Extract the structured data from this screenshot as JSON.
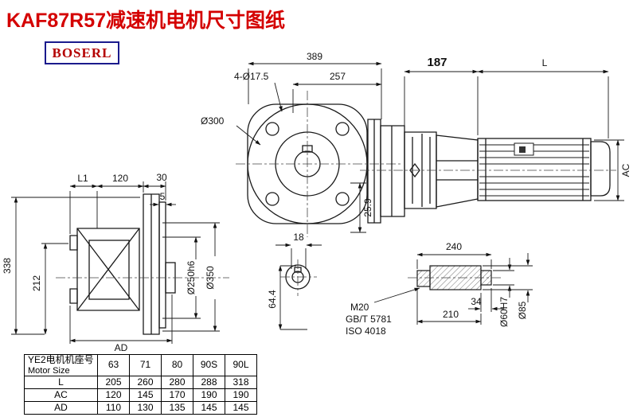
{
  "page": {
    "title": "KAF87R57减速机电机尺寸图纸",
    "brand": "BOSERL"
  },
  "drawing": {
    "labels": {
      "w389": "389",
      "w257": "257",
      "bolt": "4-Ø17.5",
      "flange300": "Ø300",
      "w187": "187",
      "L": "L",
      "AC": "AC",
      "k259": "25.9",
      "k18": "18",
      "k644": "64.4",
      "L1": "L1",
      "w120": "120",
      "w30": "30",
      "w5": "5",
      "h338": "338",
      "h212": "212",
      "AD": "AD",
      "d250": "Ø250h6",
      "d350": "Ø350",
      "s240": "240",
      "s34": "34",
      "s210": "210",
      "m20": "M20",
      "gbt": "GB/T 5781",
      "iso": "ISO 4018",
      "d60": "Ø60H7",
      "d85": "Ø85"
    }
  },
  "table": {
    "header_cn": "YE2电机机座号",
    "header_en": "Motor Size",
    "sizes": [
      "63",
      "71",
      "80",
      "90S",
      "90L"
    ],
    "rows": [
      {
        "label": "L",
        "values": [
          "205",
          "260",
          "280",
          "288",
          "318"
        ]
      },
      {
        "label": "AC",
        "values": [
          "120",
          "145",
          "170",
          "190",
          "190"
        ]
      },
      {
        "label": "AD",
        "values": [
          "110",
          "130",
          "135",
          "145",
          "145"
        ]
      }
    ]
  }
}
